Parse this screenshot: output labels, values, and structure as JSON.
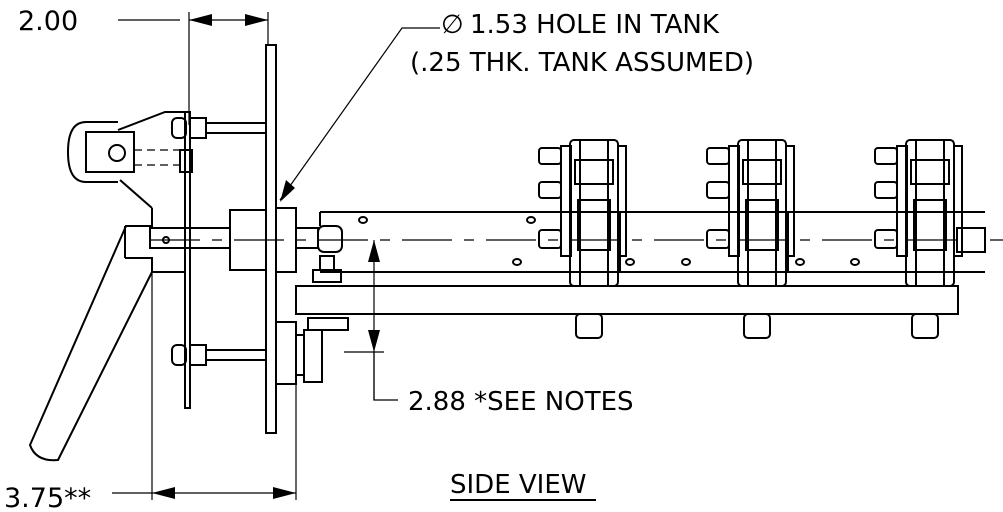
{
  "drawing": {
    "view_title": "SIDE VIEW",
    "dimensions": {
      "top_width": "2.00",
      "hole_line1": "1.53 HOLE IN TANK",
      "hole_line2": "(.25 THK. TANK ASSUMED)",
      "hole_symbol": "∅",
      "height": "2.88 *SEE NOTES",
      "bottom_width": "3.75**"
    }
  }
}
